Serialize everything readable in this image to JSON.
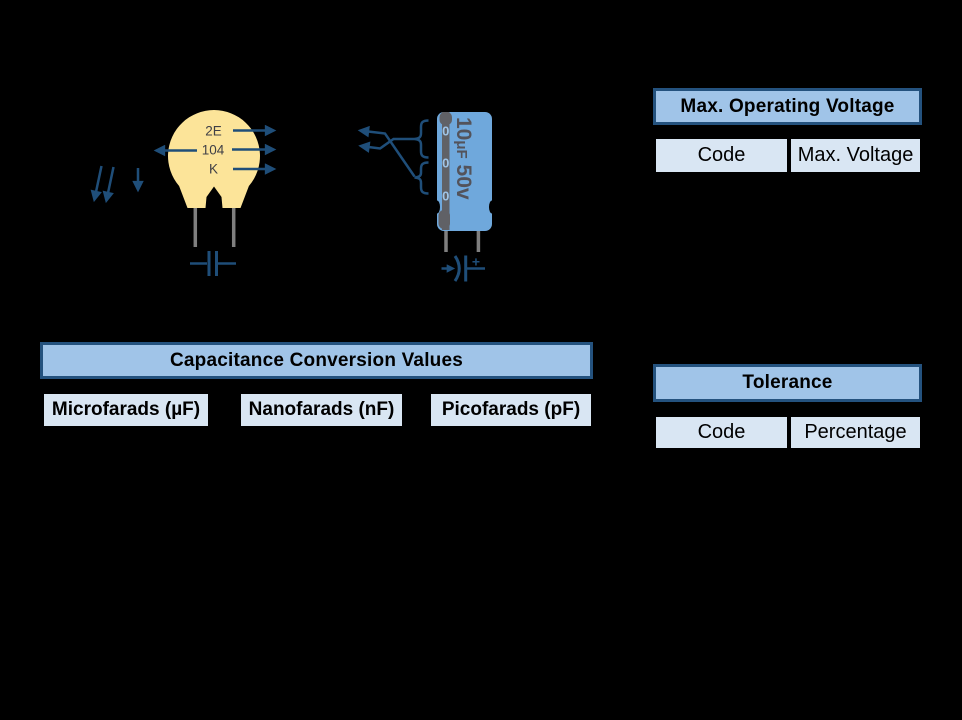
{
  "illustration": {
    "ceramic": {
      "marking_line1": "2E",
      "marking_line2": "104",
      "marking_line3": "K"
    },
    "electrolytic": {
      "zeros": [
        "0",
        "0",
        "0"
      ],
      "label_value": "10",
      "label_unit": "μF",
      "label_voltage": " 50v",
      "polarity_plus": "+"
    }
  },
  "tables": {
    "voltage": {
      "title": "Max. Operating Voltage",
      "col1": "Code",
      "col2": "Max. Voltage"
    },
    "tolerance": {
      "title": "Tolerance",
      "col1": "Code",
      "col2": "Percentage"
    },
    "conversion": {
      "title": "Capacitance Conversion Values",
      "col1": "Microfarads (µF)",
      "col2": "Nanofarads (nF)",
      "col3": "Picofarads (pF)"
    }
  },
  "colors": {
    "background": "#000000",
    "accent_navy": "#1F4E79",
    "header_fill": "#A0C4E8",
    "header_border": "#24527E",
    "cell_fill": "#D9E6F3",
    "disc_body": "#FCE499",
    "can_body": "#6FA8DC",
    "can_stripe": "#606166",
    "lead_gray": "#7F7F7F"
  }
}
